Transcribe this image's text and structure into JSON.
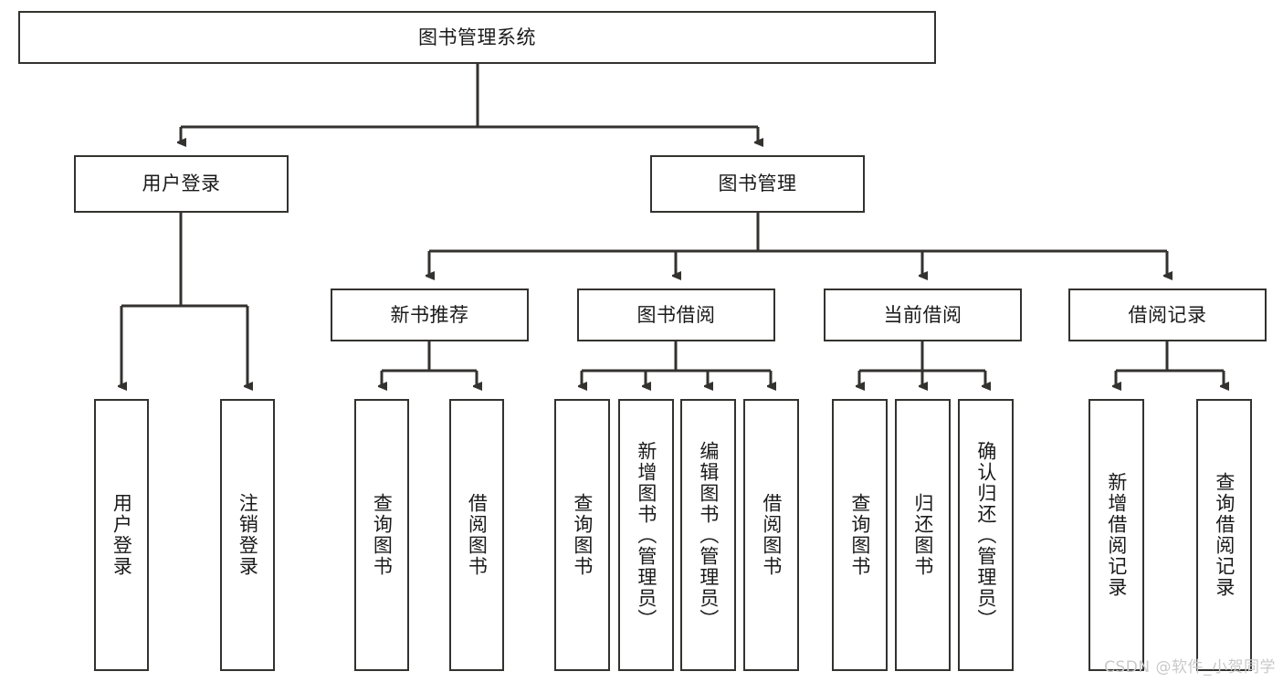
{
  "diagram": {
    "title": "图书管理系统",
    "type": "tree-hierarchy",
    "root": {
      "id": "root",
      "label": "图书管理系统",
      "orientation": "horizontal"
    },
    "level2": [
      {
        "id": "user-login",
        "label": "用户登录",
        "orientation": "horizontal"
      },
      {
        "id": "book-manage",
        "label": "图书管理",
        "orientation": "horizontal"
      }
    ],
    "level3": [
      {
        "id": "new-book-rec",
        "label": "新书推荐",
        "orientation": "horizontal"
      },
      {
        "id": "book-borrow",
        "label": "图书借阅",
        "orientation": "horizontal"
      },
      {
        "id": "current-borrow",
        "label": "当前借阅",
        "orientation": "horizontal"
      },
      {
        "id": "borrow-record",
        "label": "借阅记录",
        "orientation": "horizontal"
      }
    ],
    "leaves": {
      "user-login": [
        {
          "id": "leaf-user-login",
          "label": "用户登录",
          "orientation": "vertical"
        },
        {
          "id": "leaf-logout",
          "label": "注销登录",
          "orientation": "vertical"
        }
      ],
      "new-book-rec": [
        {
          "id": "leaf-query-book-1",
          "label": "查询图书",
          "orientation": "vertical"
        },
        {
          "id": "leaf-borrow-book-1",
          "label": "借阅图书",
          "orientation": "vertical"
        }
      ],
      "book-borrow": [
        {
          "id": "leaf-query-book-2",
          "label": "查询图书",
          "orientation": "vertical"
        },
        {
          "id": "leaf-add-book",
          "label": "新增图书（管理员）",
          "orientation": "vertical"
        },
        {
          "id": "leaf-edit-book",
          "label": "编辑图书（管理员）",
          "orientation": "vertical"
        },
        {
          "id": "leaf-borrow-book-2",
          "label": "借阅图书",
          "orientation": "vertical"
        }
      ],
      "current-borrow": [
        {
          "id": "leaf-query-book-3",
          "label": "查询图书",
          "orientation": "vertical"
        },
        {
          "id": "leaf-return-book",
          "label": "归还图书",
          "orientation": "vertical"
        },
        {
          "id": "leaf-confirm-return",
          "label": "确认归还（管理员）",
          "orientation": "vertical"
        }
      ],
      "borrow-record": [
        {
          "id": "leaf-add-record",
          "label": "新增借阅记录",
          "orientation": "vertical"
        },
        {
          "id": "leaf-query-record",
          "label": "查询借阅记录",
          "orientation": "vertical"
        }
      ]
    },
    "colors": {
      "stroke": "#33322f",
      "background": "#ffffff",
      "text": "#1a1a1a",
      "watermark": "#c9c9c9"
    }
  },
  "watermark": {
    "text": "CSDN @软件_小贺同学"
  }
}
